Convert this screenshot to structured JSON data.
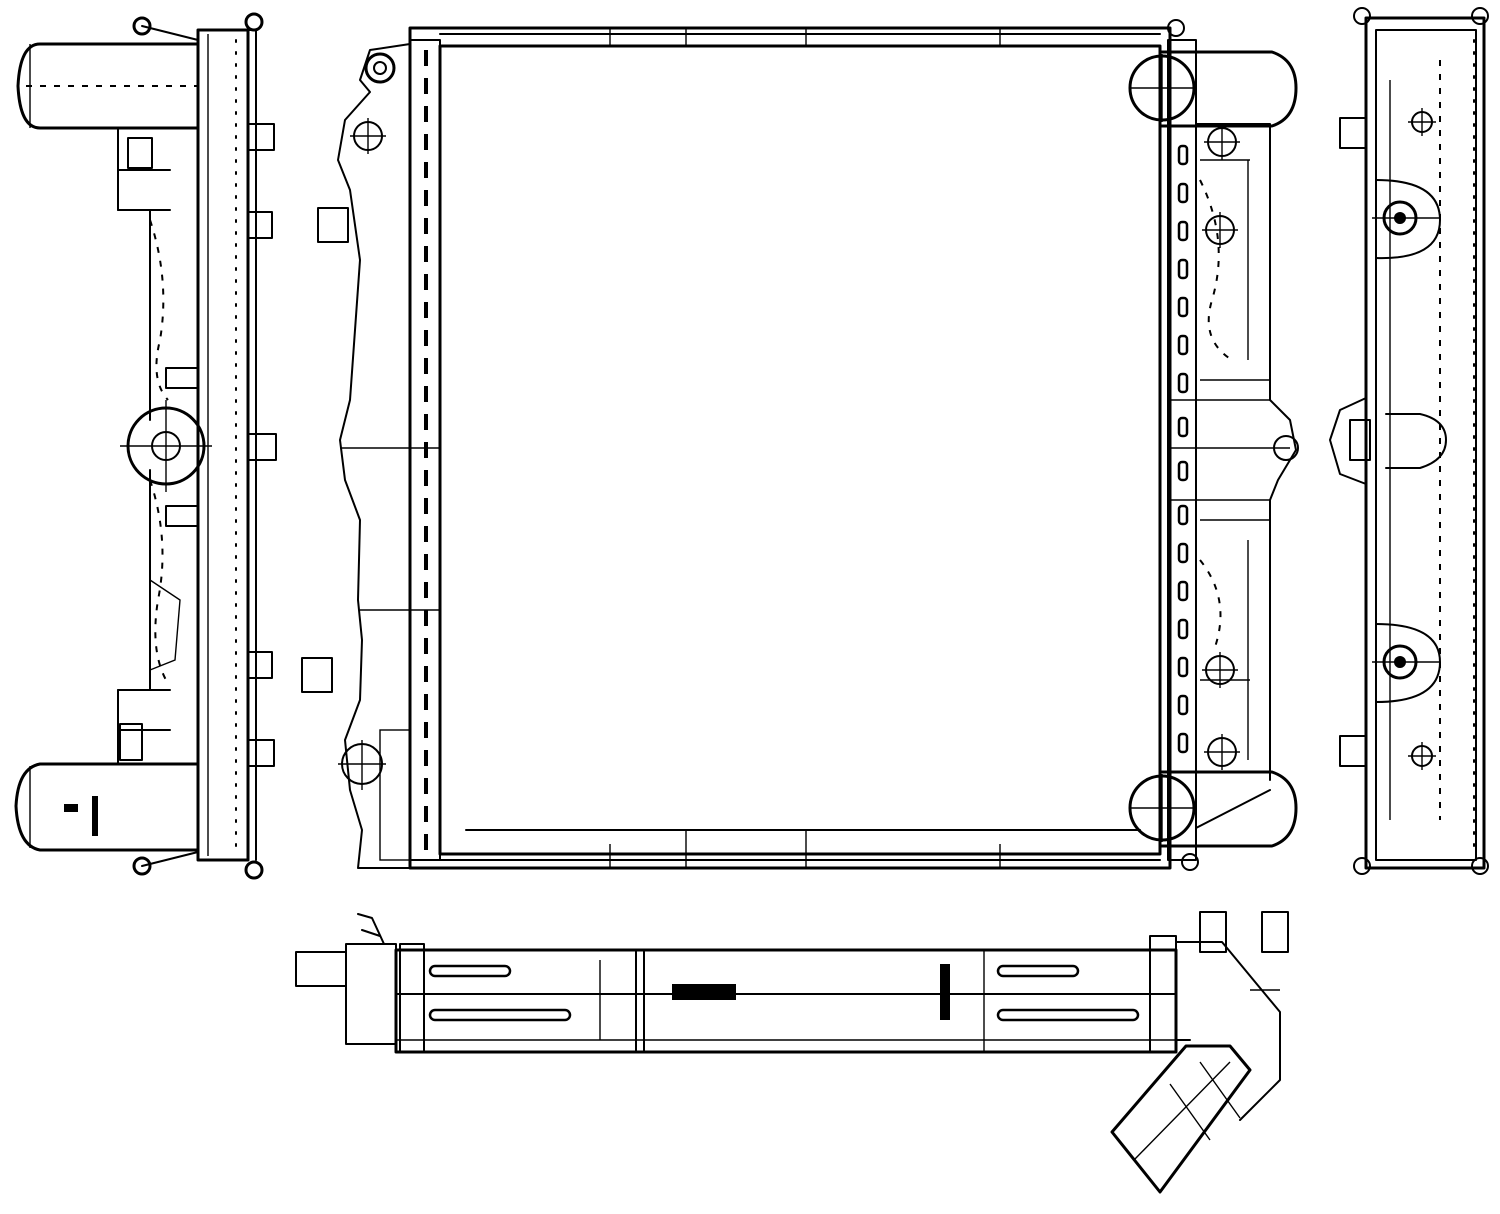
{
  "drawing": {
    "views": [
      "left-side-view",
      "front-view",
      "right-side-view",
      "bottom-view"
    ],
    "line_color": "#000000",
    "background_color": "#ffffff"
  }
}
